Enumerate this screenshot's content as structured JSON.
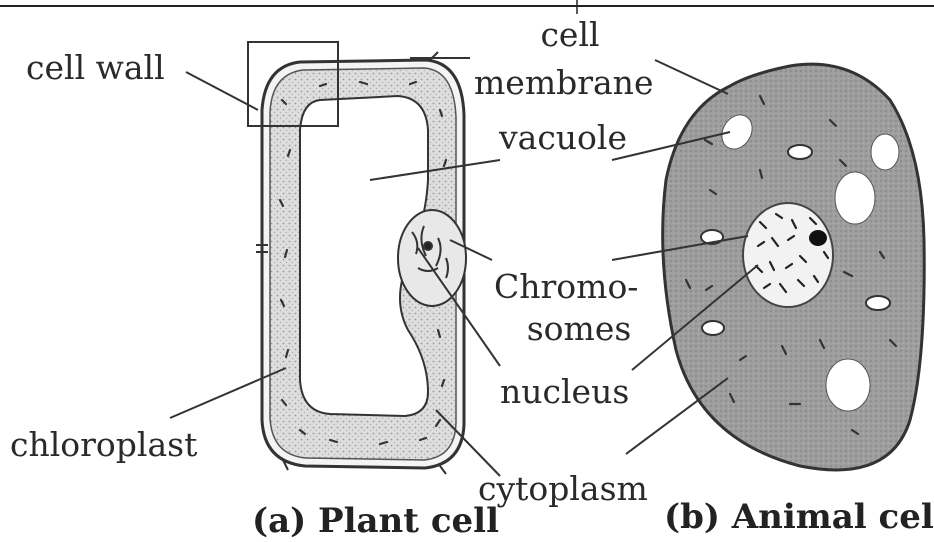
{
  "labels": {
    "cell_wall": "cell wall",
    "cell": "cell",
    "membrane": "membrane",
    "vacuole": "vacuole",
    "chromosomes_line1": "Chromo-",
    "chromosomes_line2": "somes",
    "nucleus": "nucleus",
    "chloroplast": "chloroplast",
    "cytoplasm": "cytoplasm"
  },
  "captions": {
    "plant": "(a) Plant cell",
    "animal": "(b) Animal cell"
  },
  "colors": {
    "line": "#333333",
    "plant_cytoplasm": "#d6d6d6",
    "animal_cytoplasm": "#9a9a9a",
    "vacuole_fill": "#ffffff"
  }
}
